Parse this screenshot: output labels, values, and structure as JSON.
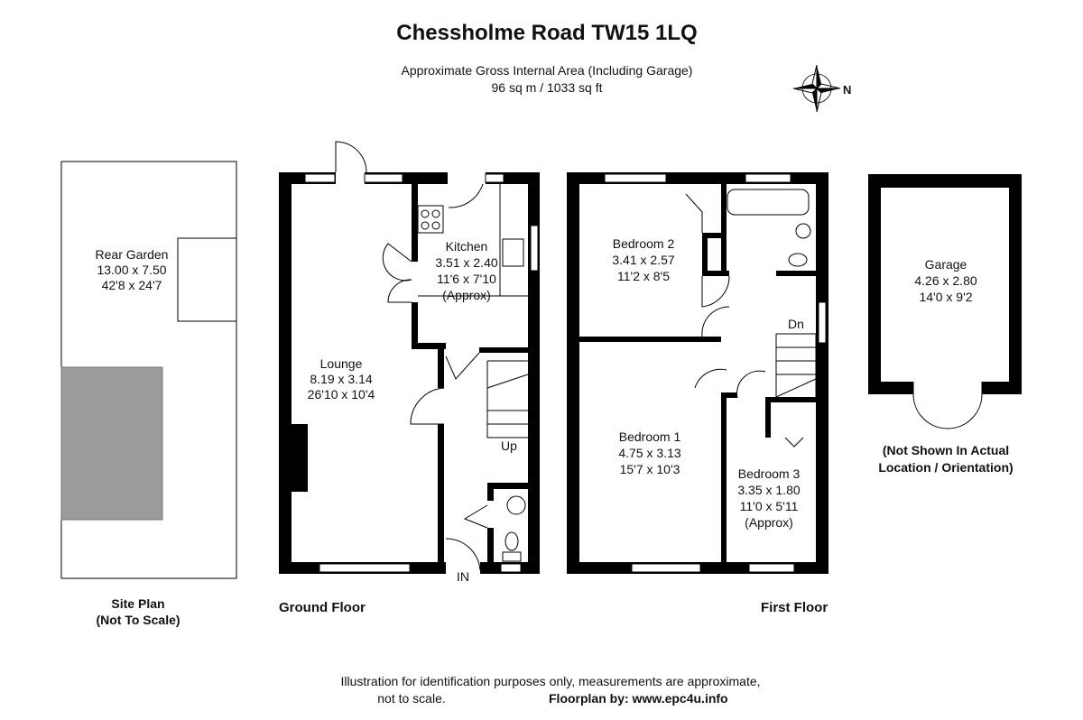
{
  "title": "Chessholme Road TW15 1LQ",
  "area": {
    "line1": "Approximate Gross Internal Area (Including Garage)",
    "line2": "96 sq m / 1033 sq ft"
  },
  "compass": {
    "label": "N"
  },
  "site_plan": {
    "room": {
      "name": "Rear Garden",
      "metric": "13.00 x 7.50",
      "imperial": "42'8 x 24'7"
    },
    "caption1": "Site Plan",
    "caption2": "(Not To Scale)"
  },
  "ground_floor": {
    "caption": "Ground Floor",
    "rooms": [
      {
        "name": "Lounge",
        "metric": "8.19 x 3.14",
        "imperial": "26'10 x 10'4"
      },
      {
        "name": "Kitchen",
        "metric": "3.51 x 2.40",
        "imperial": "11'6 x 7'10",
        "note": "(Approx)"
      }
    ],
    "stairs_label": "Up",
    "entry_label": "IN"
  },
  "first_floor": {
    "caption": "First Floor",
    "rooms": [
      {
        "name": "Bedroom 2",
        "metric": "3.41 x 2.57",
        "imperial": "11'2 x 8'5"
      },
      {
        "name": "Bedroom 1",
        "metric": "4.75 x 3.13",
        "imperial": "15'7 x 10'3"
      },
      {
        "name": "Bedroom 3",
        "metric": "3.35 x 1.80",
        "imperial": "11'0 x 5'11",
        "note": "(Approx)"
      }
    ],
    "stairs_label": "Dn"
  },
  "garage": {
    "room": {
      "name": "Garage",
      "metric": "4.26 x 2.80",
      "imperial": "14'0 x 9'2"
    },
    "caption1": "(Not Shown In Actual",
    "caption2": "Location / Orientation)"
  },
  "footer": {
    "line1": "Illustration for identification purposes only, measurements are approximate,",
    "line2": "not to scale.",
    "credit": "Floorplan by: www.epc4u.info"
  }
}
